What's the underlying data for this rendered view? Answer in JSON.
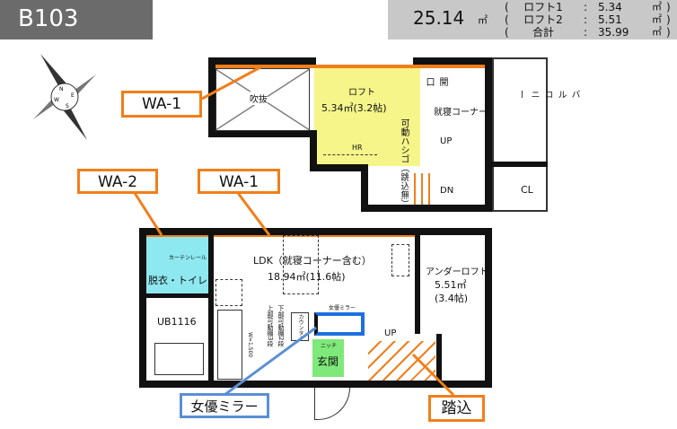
{
  "header": {
    "unit": "B103",
    "area_main": "25.14",
    "unit_m2": "㎡",
    "rows": [
      {
        "label": "ロフト1",
        "value": "5.34"
      },
      {
        "label": "ロフト2",
        "value": "5.51"
      },
      {
        "label": "合計",
        "value": "35.99"
      }
    ]
  },
  "compass": {
    "letters": [
      "N",
      "E",
      "S",
      "W"
    ]
  },
  "upper": {
    "void": "吹抜",
    "loft_title": "ロフト",
    "loft_area": "5.34㎡(3.2帖)",
    "ladder": "可動ハシゴ",
    "ladder_note": "（跳込無）",
    "opening": "開口",
    "sleep": "就寝コーナー",
    "up": "UP",
    "dn": "DN",
    "hr": "HR",
    "balcony": "バルコニー",
    "closet": "CL"
  },
  "lower": {
    "ldk": "LDK（就寝コーナー含む）",
    "ldk_area": "18.94㎡(11.6帖)",
    "wash": "脱衣・トイレ",
    "curtain": "カーテンレール",
    "bath": "UB1116",
    "shelf1": "上部可動棚3段",
    "shelf2": "下部可動棚2段",
    "kitchen_w": "W=1,500",
    "counter": "カウンター",
    "mirror_small": "女優ミラー",
    "niche": "ニッチ",
    "entrance": "玄関",
    "up": "UP",
    "under_title": "アンダーロフト",
    "under_area": "5.51㎡",
    "under_tatami": "(3.4帖)"
  },
  "callouts": {
    "wa1_top": "WA-1",
    "wa2": "WA-2",
    "wa1": "WA-1",
    "mirror": "女優ミラー",
    "step": "踏込"
  },
  "colors": {
    "orange": "#f07f1a",
    "loft": "#f5f58a",
    "wash": "#8ee8f0",
    "entrance": "#7fe87a",
    "mirror": "#1e6fe0"
  }
}
